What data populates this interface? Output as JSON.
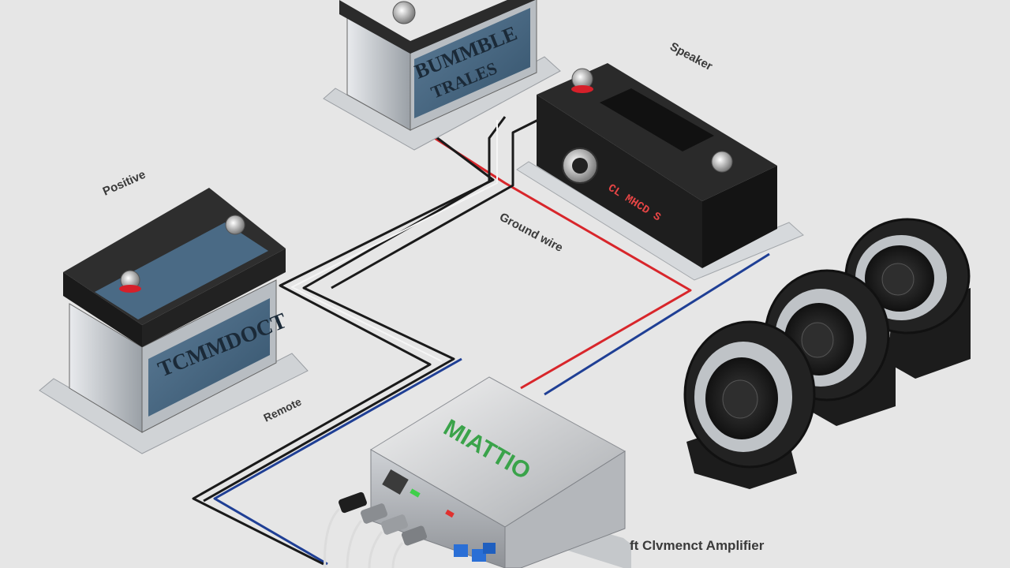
{
  "labels": {
    "top_right": "Speaker",
    "left_upper": "Positive",
    "middle": "Ground wire",
    "left_lower": "Remote",
    "amp_caption": "ft Clvmenct  Amplifier"
  },
  "battery_top": {
    "face_line1": "BUMMBLE",
    "face_line2": "TRALES"
  },
  "battery_left": {
    "face_text": "TCMMDOCT"
  },
  "amplifier": {
    "brand": "MIATTIO"
  },
  "head_unit": {
    "display_text": "CL MHCD S"
  },
  "colors": {
    "wire_red": "#d8262b",
    "wire_blue": "#1f3f95",
    "wire_black": "#1a1a1a",
    "battery_face": "#4a6a85",
    "amp_brand": "#3aa34a",
    "terminal_positive": "#d6202a"
  }
}
